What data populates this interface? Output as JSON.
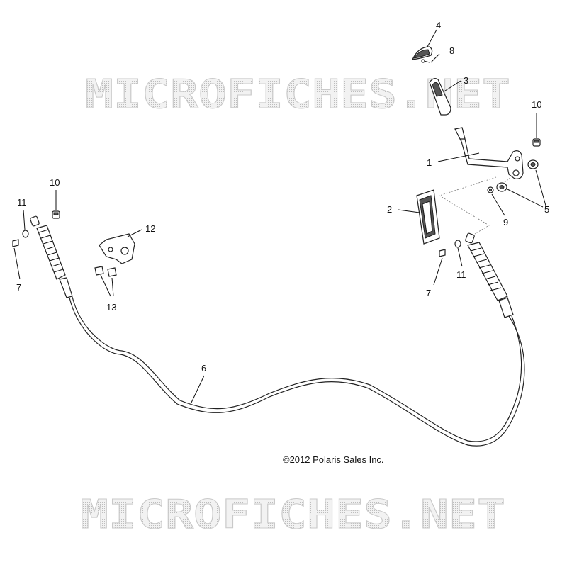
{
  "watermark": {
    "text": "MICROFICHES.NET"
  },
  "copyright": "©2012 Polaris Sales Inc.",
  "callouts": {
    "c1": "1",
    "c2": "2",
    "c3": "3",
    "c4": "4",
    "c5": "5",
    "c6": "6",
    "c7a": "7",
    "c7b": "7",
    "c8": "8",
    "c9": "9",
    "c10a": "10",
    "c10b": "10",
    "c11a": "11",
    "c11b": "11",
    "c12": "12",
    "c13": "13"
  },
  "parts": {
    "p1": "lever-arm",
    "p2": "pedal-pad",
    "p3": "shift-knob",
    "p4": "cap",
    "p5": "washer",
    "p6": "cable",
    "p7": "pin",
    "p8": "screw",
    "p9": "washer-small",
    "p10": "nut",
    "p11": "clip",
    "p12": "bracket",
    "p13": "bolt"
  }
}
